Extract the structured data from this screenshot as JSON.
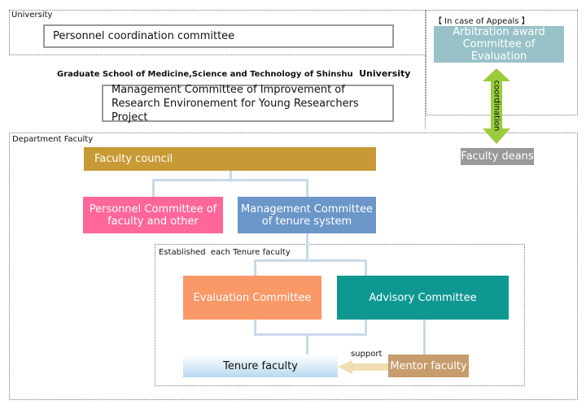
{
  "university": {
    "section_label": "University",
    "personnel_committee": "Personnel coordination committee"
  },
  "graduate_school": {
    "title": "Graduate School of Medicine,Science and Technology of Shinshu",
    "title_suffix": "University",
    "management_committee": "Management Committee of Improvement of Research Environement for Young Researchers Project"
  },
  "appeals": {
    "label": "【 In case of Appeals 】",
    "arbitration_box": "Arbitration award Committee of Evaluation",
    "coordination_label": "coordination"
  },
  "department": {
    "section_label": "Department Faculty",
    "faculty_council": "Faculty council",
    "faculty_deans": "Faculty deans",
    "personnel_committee": "Personnel Committee of faculty and other",
    "management_committee": "Management Committee of tenure system"
  },
  "tenure": {
    "section_label": "Established  each Tenure faculty",
    "evaluation_committee": "Evaluation Committee",
    "advisory_committee": "Advisory Committee",
    "tenure_faculty": "Tenure faculty",
    "mentor_faculty": "Mentor faculty",
    "support_label": "support"
  },
  "colors": {
    "gold": "#c89a35",
    "pink": "#ff6699",
    "blue": "#6a96c8",
    "orange": "#fa9868",
    "teal": "#0f9892",
    "tan": "#c69c6c",
    "slate": "#98c2c8",
    "gray": "#999999",
    "green_arrow": "#9acc3c",
    "connector": "#c9d9ea"
  }
}
